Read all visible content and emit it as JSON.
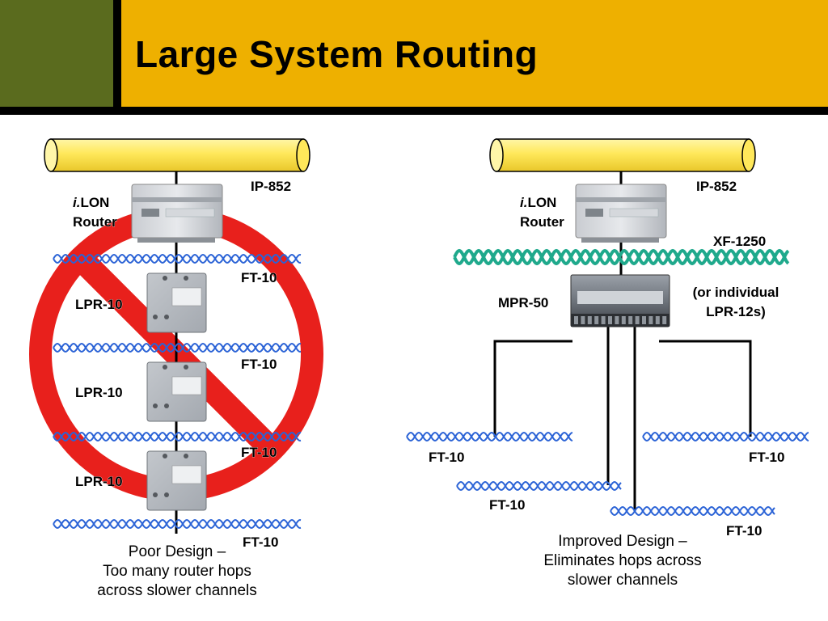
{
  "title": "Large System Routing",
  "colors": {
    "header_band": "#eeb000",
    "green_block": "#5a6b1e",
    "backbone": "#ffe85a",
    "ft10_twist": "#2b63d6",
    "xf_twist": "#1fa98c",
    "prohibit": "#e8201c"
  },
  "left": {
    "backbone_label": "IP-852",
    "router_label_prefix": "i.",
    "router_label_1": "LON",
    "router_label_2": "Router",
    "channels": [
      "FT-10",
      "FT-10",
      "FT-10",
      "FT-10"
    ],
    "devices": [
      "LPR-10",
      "LPR-10",
      "LPR-10"
    ],
    "caption": [
      "Poor Design –",
      "Too many router hops",
      "across slower channels"
    ]
  },
  "right": {
    "backbone_label": "IP-852",
    "router_label_prefix": "i.",
    "router_label_1": "LON",
    "router_label_2": "Router",
    "xf_label": "XF-1250",
    "mpr_label": "MPR-50",
    "alt_note": [
      "(or individual",
      "LPR-12s)"
    ],
    "channels": [
      "FT-10",
      "FT-10",
      "FT-10",
      "FT-10"
    ],
    "caption": [
      "Improved Design –",
      "Eliminates hops across",
      "slower channels"
    ]
  },
  "icons": {
    "router": "din-rail-router-icon",
    "lpr": "lpr-10-router-icon",
    "mpr": "mpr-50-router-icon",
    "backbone": "ip-backbone-cylinder-icon",
    "prohibit": "prohibition-sign-icon"
  }
}
